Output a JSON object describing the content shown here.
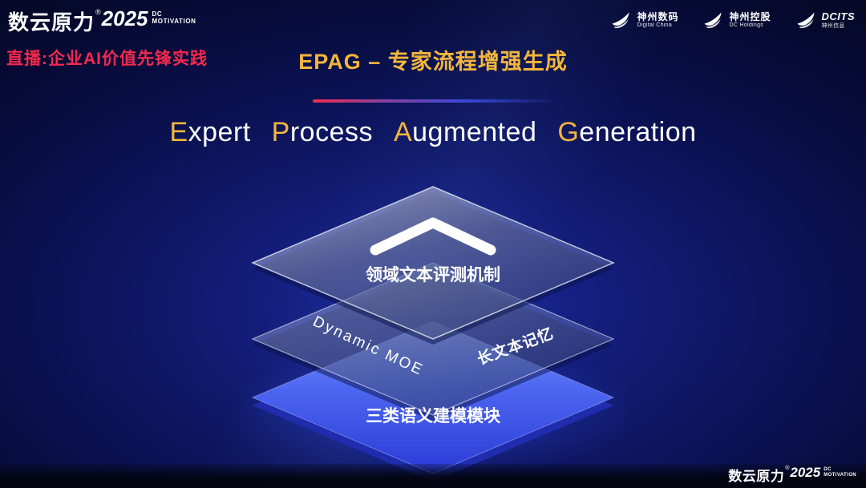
{
  "colors": {
    "accent_gold": "#f3b63c",
    "accent_red": "#f5294e",
    "layer_blue": "#4c66f0",
    "background_navy": "#0a1150"
  },
  "header": {
    "brand": {
      "name": "数云原力",
      "trademark": "®",
      "year": "2025",
      "sub_line1": "DC",
      "sub_line2": "MOTIVATION"
    },
    "live_tag": "直播:企业AI价值先锋实践",
    "slide_title": "EPAG – 专家流程增强生成",
    "partner_logos": [
      {
        "icon": "digital-china-swoosh",
        "name": "神州数码",
        "subtitle": "Digital China"
      },
      {
        "icon": "dc-holdings-swoosh",
        "name": "神州控股",
        "subtitle": "DC Holdings"
      },
      {
        "icon": "dcits-swoosh",
        "name": "DCITS",
        "subtitle": "神州信息"
      }
    ]
  },
  "main": {
    "title_words": [
      "Expert",
      "Process",
      "Augmented",
      "Generation"
    ],
    "layer_stack": {
      "chevron": "up-chevron",
      "top_layer_label": "领域文本评测机制",
      "middle_layer_left_label": "Dynamic MOE",
      "middle_layer_right_label": "长文本记忆",
      "bottom_layer_label": "三类语义建模模块"
    }
  },
  "footer": {
    "brand": {
      "name": "数云原力",
      "trademark": "®",
      "year": "2025",
      "sub_line1": "DC",
      "sub_line2": "MOTIVATION"
    }
  }
}
